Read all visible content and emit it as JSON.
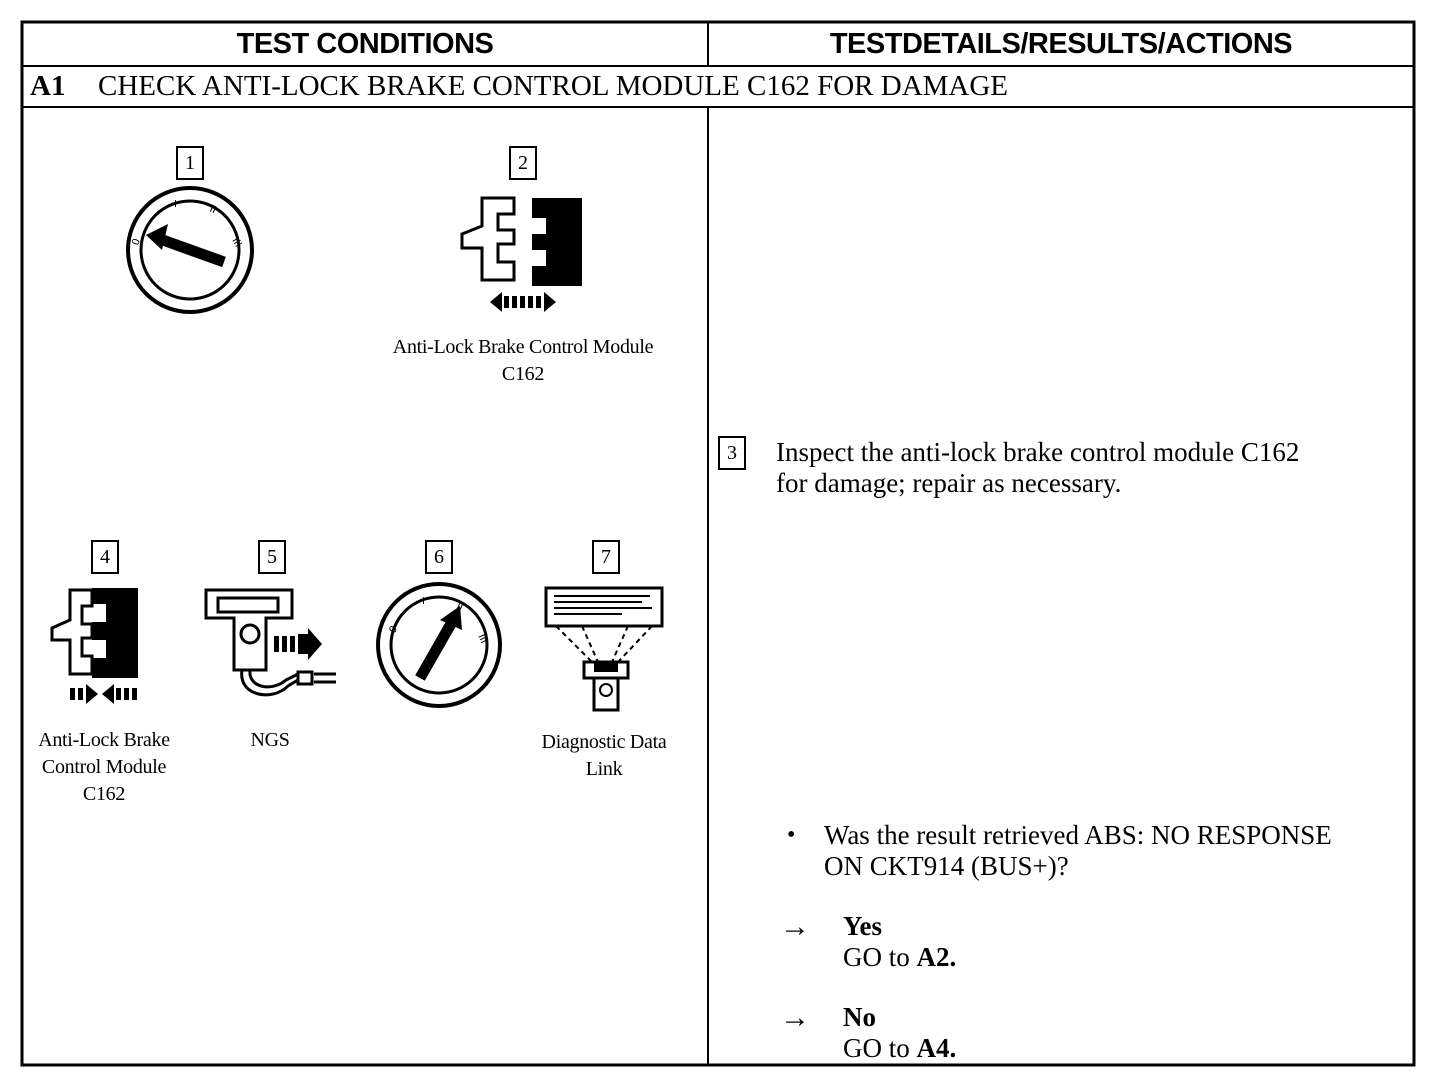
{
  "header": {
    "left_title": "TEST CONDITIONS",
    "right_title": "TESTDETAILS/RESULTS/ACTIONS"
  },
  "section": {
    "code": "A1",
    "title": "CHECK ANTI-LOCK BRAKE CONTROL MODULE C162 FOR DAMAGE"
  },
  "steps": [
    {
      "number": "1",
      "icon": "ignition-key-off-icon",
      "caption": ""
    },
    {
      "number": "2",
      "icon": "connector-disconnect-icon",
      "caption": "Anti-Lock Brake Control Module",
      "caption2": "C162"
    },
    {
      "number": "3",
      "text_line1": "Inspect the anti-lock brake control module C162",
      "text_line2": "for damage; repair as necessary."
    },
    {
      "number": "4",
      "icon": "connector-connect-icon",
      "caption": "Anti-Lock Brake",
      "caption2": "Control Module",
      "caption3": "C162"
    },
    {
      "number": "5",
      "icon": "ngs-tester-icon",
      "caption": "NGS"
    },
    {
      "number": "6",
      "icon": "ignition-key-run-icon",
      "caption": ""
    },
    {
      "number": "7",
      "icon": "diagnostic-data-link-icon",
      "caption": "Diagnostic Data",
      "caption2": "Link"
    }
  ],
  "question": {
    "line1": "Was the result retrieved ABS: NO RESPONSE",
    "line2": "ON CKT914 (BUS+)?"
  },
  "answers": [
    {
      "arrow": "→",
      "label": "Yes",
      "go_prefix": "GO to ",
      "go_target": "A2",
      "go_suffix": "."
    },
    {
      "arrow": "→",
      "label": "No",
      "go_prefix": "GO to ",
      "go_target": "A4",
      "go_suffix": "."
    }
  ]
}
